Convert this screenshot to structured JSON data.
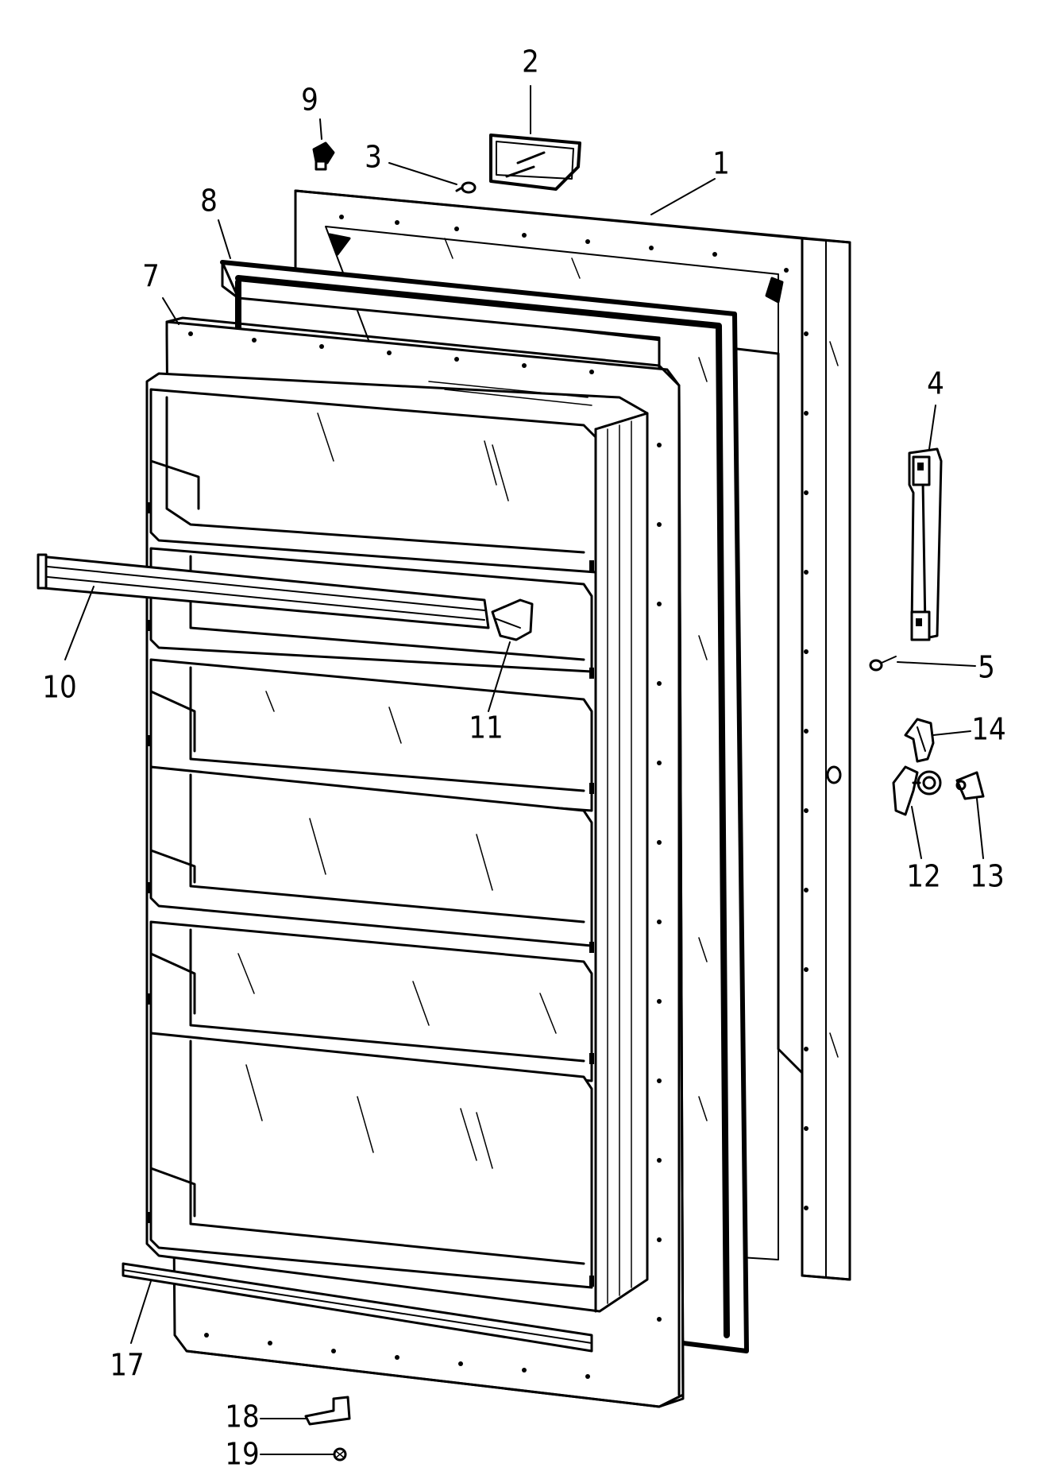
{
  "diagram": {
    "callouts": [
      {
        "id": "1",
        "label": "1"
      },
      {
        "id": "2",
        "label": "2"
      },
      {
        "id": "3",
        "label": "3"
      },
      {
        "id": "4",
        "label": "4"
      },
      {
        "id": "5",
        "label": "5"
      },
      {
        "id": "7",
        "label": "7"
      },
      {
        "id": "8",
        "label": "8"
      },
      {
        "id": "9",
        "label": "9"
      },
      {
        "id": "10",
        "label": "10"
      },
      {
        "id": "11",
        "label": "11"
      },
      {
        "id": "12",
        "label": "12"
      },
      {
        "id": "13",
        "label": "13"
      },
      {
        "id": "14",
        "label": "14"
      },
      {
        "id": "17",
        "label": "17"
      },
      {
        "id": "18",
        "label": "18"
      },
      {
        "id": "19",
        "label": "19"
      }
    ]
  }
}
